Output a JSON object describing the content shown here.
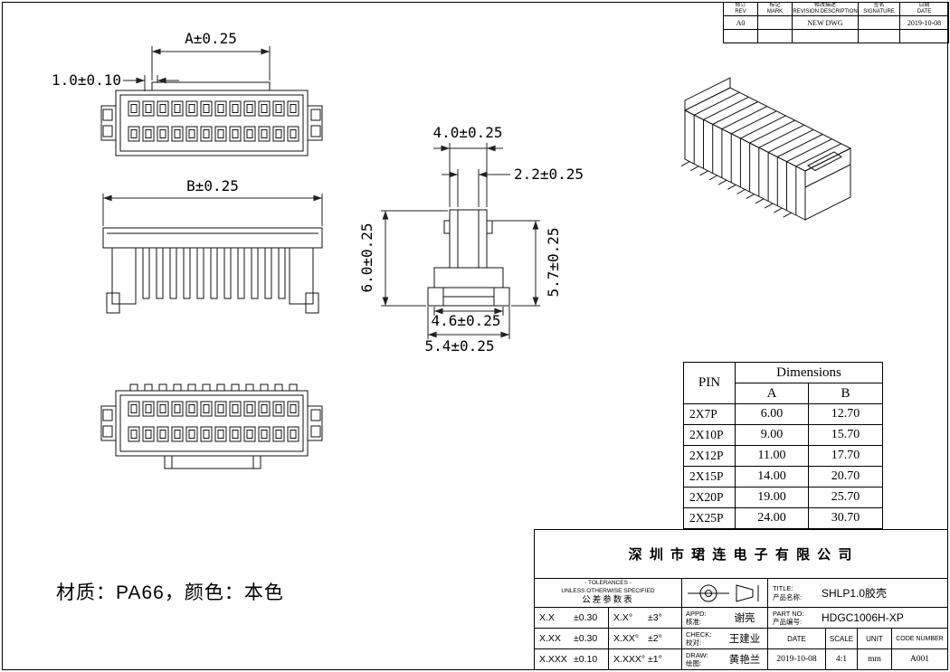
{
  "dims": {
    "a": "A±0.25",
    "pitch": "1.0±0.10",
    "b": "B±0.25",
    "top_width": "4.0±0.25",
    "slot_width": "2.2±0.25",
    "height_left": "6.0±0.25",
    "height_right": "5.7±0.25",
    "base_width": "4.6±0.25",
    "foot_width": "5.4±0.25"
  },
  "revision_table": {
    "headers": [
      {
        "cn": "修订",
        "en": "REV"
      },
      {
        "cn": "标记",
        "en": "MARK"
      },
      {
        "cn": "修改描述",
        "en": "REVISION DESCRIPTION"
      },
      {
        "cn": "签名",
        "en": "SIGNATURE"
      },
      {
        "cn": "日期",
        "en": "DATE"
      }
    ],
    "row": {
      "rev": "A0",
      "mark": "",
      "desc": "NEW DWG",
      "sign": "",
      "date": "2019-10-08"
    }
  },
  "pin_table": {
    "pin_header": "PIN",
    "dims_header": "Dimensions",
    "col_a": "A",
    "col_b": "B",
    "rows": [
      {
        "pin": "2X7P",
        "a": "6.00",
        "b": "12.70"
      },
      {
        "pin": "2X10P",
        "a": "9.00",
        "b": "15.70"
      },
      {
        "pin": "2X12P",
        "a": "11.00",
        "b": "17.70"
      },
      {
        "pin": "2X15P",
        "a": "14.00",
        "b": "20.70"
      },
      {
        "pin": "2X20P",
        "a": "19.00",
        "b": "25.70"
      },
      {
        "pin": "2X25P",
        "a": "24.00",
        "b": "30.70"
      }
    ]
  },
  "material_note": "材质：PA66，颜色：本色",
  "title_block": {
    "company": "深 圳 市 珺 连 电 子 有 限 公 司",
    "tol_title": {
      "l1": "- TOLERANCES -",
      "l2": "UNLESS OTHERWISE SPECIFIED",
      "l3": "公差参数表"
    },
    "tol_rows": [
      {
        "a_label": "X.X",
        "a_val": "±0.30",
        "b_label": "X.X°",
        "b_val": "±3°"
      },
      {
        "a_label": "X.XX",
        "a_val": "±0.30",
        "b_label": "X.XX°",
        "b_val": "±2°"
      },
      {
        "a_label": "X.XXX",
        "a_val": "±0.10",
        "b_label": "X.XXX°",
        "b_val": "±1°"
      }
    ],
    "appd": {
      "en": "APPD:",
      "cn": "核准:",
      "value": "谢亮"
    },
    "check": {
      "en": "CHECK:",
      "cn": "校对:",
      "value": "王建业"
    },
    "draw": {
      "en": "DRAW:",
      "cn": "绘图:",
      "value": "黄艳兰"
    },
    "title": {
      "en": "TITLE:",
      "cn": "产品名称:",
      "value": "SHLP1.0胶壳"
    },
    "part_no": {
      "en": "PART NO:",
      "cn": "产品编号:",
      "value": "HDGC1006H-XP"
    },
    "date": {
      "label": "DATE",
      "value": "2019-10-08"
    },
    "scale": {
      "label": "SCALE",
      "value": "4:1"
    },
    "unit": {
      "label": "UNIT",
      "value": "mm"
    },
    "code": {
      "label": "CODE NUMBER",
      "value": "A001"
    }
  }
}
